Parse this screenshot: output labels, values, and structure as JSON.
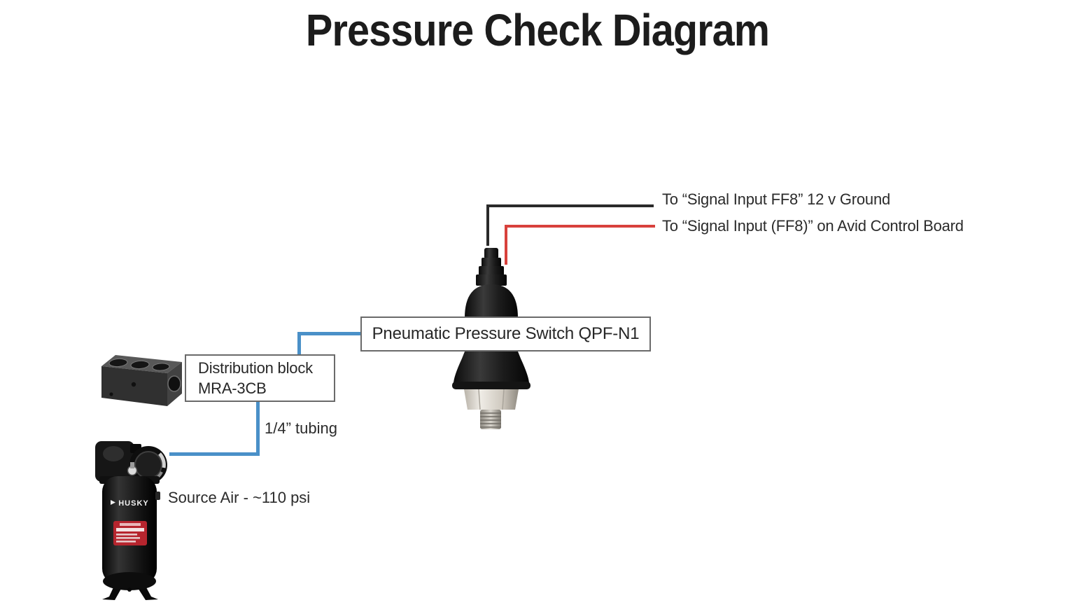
{
  "title": "Pressure Check Diagram",
  "wires": {
    "ground": {
      "label": "To “Signal Input FF8” 12 v Ground",
      "color": "#2a2a2a"
    },
    "signal": {
      "label": "To “Signal Input (FF8)” on Avid Control Board",
      "color": "#d8413c"
    }
  },
  "components": {
    "pressure_switch": {
      "label": "Pneumatic Pressure Switch QPF-N1"
    },
    "distribution_block": {
      "label_line1": "Distribution block",
      "label_line2": "MRA-3CB"
    },
    "tubing": {
      "label": "1/4” tubing",
      "color": "#4a90c8"
    },
    "compressor": {
      "label": "Source Air - ~110 psi",
      "brand": "HUSKY"
    }
  }
}
